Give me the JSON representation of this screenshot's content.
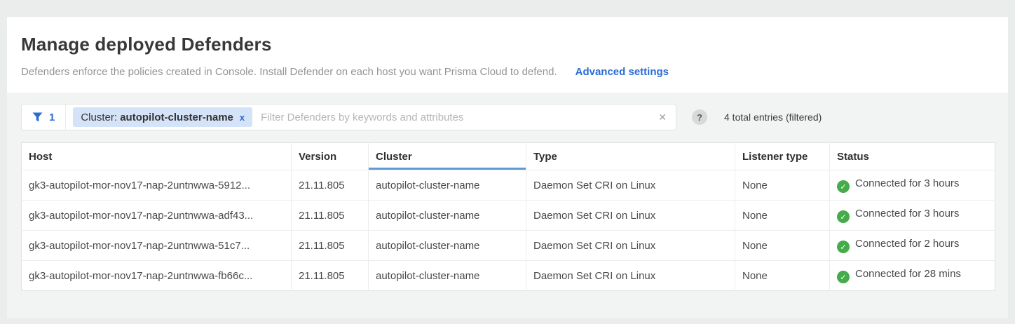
{
  "page": {
    "title": "Manage deployed Defenders",
    "subtitle": "Defenders enforce the policies created in Console. Install Defender on each host you want Prisma Cloud to defend.",
    "advanced_settings_label": "Advanced settings"
  },
  "filter_bar": {
    "filter_icon": "funnel-icon",
    "active_filter_count": "1",
    "chip": {
      "label": "Cluster:",
      "value": "autopilot-cluster-name",
      "remove_icon": "x"
    },
    "input_value": "",
    "input_placeholder": "Filter Defenders by keywords and attributes",
    "clear_icon": "✕",
    "help_icon": "?",
    "entries_summary": "4 total entries (filtered)"
  },
  "table": {
    "columns": [
      {
        "key": "host",
        "label": "Host",
        "sorted": false
      },
      {
        "key": "version",
        "label": "Version",
        "sorted": false
      },
      {
        "key": "cluster",
        "label": "Cluster",
        "sorted": true
      },
      {
        "key": "type",
        "label": "Type",
        "sorted": false
      },
      {
        "key": "listener_type",
        "label": "Listener type",
        "sorted": false
      },
      {
        "key": "status",
        "label": "Status",
        "sorted": false
      }
    ],
    "rows": [
      {
        "host": "gk3-autopilot-mor-nov17-nap-2untnwwa-5912...",
        "version": "21.11.805",
        "cluster": "autopilot-cluster-name",
        "type": "Daemon Set CRI on Linux",
        "listener_type": "None",
        "status": "Connected for 3 hours",
        "status_icon": "connected-check-icon"
      },
      {
        "host": "gk3-autopilot-mor-nov17-nap-2untnwwa-adf43...",
        "version": "21.11.805",
        "cluster": "autopilot-cluster-name",
        "type": "Daemon Set CRI on Linux",
        "listener_type": "None",
        "status": "Connected for 3 hours",
        "status_icon": "connected-check-icon"
      },
      {
        "host": "gk3-autopilot-mor-nov17-nap-2untnwwa-51c7...",
        "version": "21.11.805",
        "cluster": "autopilot-cluster-name",
        "type": "Daemon Set CRI on Linux",
        "listener_type": "None",
        "status": "Connected for 2 hours",
        "status_icon": "connected-check-icon"
      },
      {
        "host": "gk3-autopilot-mor-nov17-nap-2untnwwa-fb66c...",
        "version": "21.11.805",
        "cluster": "autopilot-cluster-name",
        "type": "Daemon Set CRI on Linux",
        "listener_type": "None",
        "status": "Connected for 28 mins",
        "status_icon": "connected-check-icon"
      }
    ]
  },
  "colors": {
    "accent_blue": "#2b6cd4",
    "chip_bg": "#d5e3f8",
    "status_green": "#46ab4b",
    "sort_underline": "#5b9bd8",
    "panel_bg": "#f2f3f3"
  }
}
